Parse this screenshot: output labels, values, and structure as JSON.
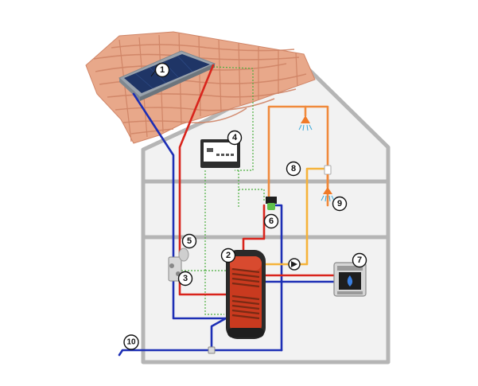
{
  "colors": {
    "roof_tile": "#e8a88a",
    "roof_tile_dark": "#d08567",
    "wall_fill": "#f2f2f2",
    "wall_outline": "#b5b5b5",
    "panel": "#1f3566",
    "panel_frame": "#9aa3ad",
    "hot_pipe": "#d9241c",
    "cold_pipe": "#1d2fb5",
    "warm_pipe": "#f08a3c",
    "control_wire": "#4caf3f",
    "tank_body": "#2a2a2a",
    "tank_inner": "#c93a1f",
    "coil": "#7a2a14",
    "valve_green": "#5fc04a",
    "shower": "#f07a28",
    "water_spray": "#3aa7d8"
  },
  "icons": {
    "collector": "solar-collector-icon",
    "controller": "controller-icon",
    "pump_group": "pump-group-icon",
    "expansion_vessel": "expansion-vessel-icon",
    "tank": "storage-tank-icon",
    "mixing_valve": "mixing-valve-icon",
    "boiler": "gas-boiler-icon",
    "circulation_pump": "circulation-pump-icon",
    "shower_head": "shower-head-icon",
    "tap": "tap-icon"
  },
  "markers": [
    {
      "id": "collector",
      "label": "1"
    },
    {
      "id": "tank",
      "label": "2"
    },
    {
      "id": "pump-group",
      "label": "3"
    },
    {
      "id": "controller",
      "label": "4"
    },
    {
      "id": "expansion-vessel",
      "label": "5"
    },
    {
      "id": "mixing-valve",
      "label": "6"
    },
    {
      "id": "boiler",
      "label": "7"
    },
    {
      "id": "circulation",
      "label": "8"
    },
    {
      "id": "tap",
      "label": "9"
    },
    {
      "id": "cold-inlet",
      "label": "10"
    }
  ]
}
